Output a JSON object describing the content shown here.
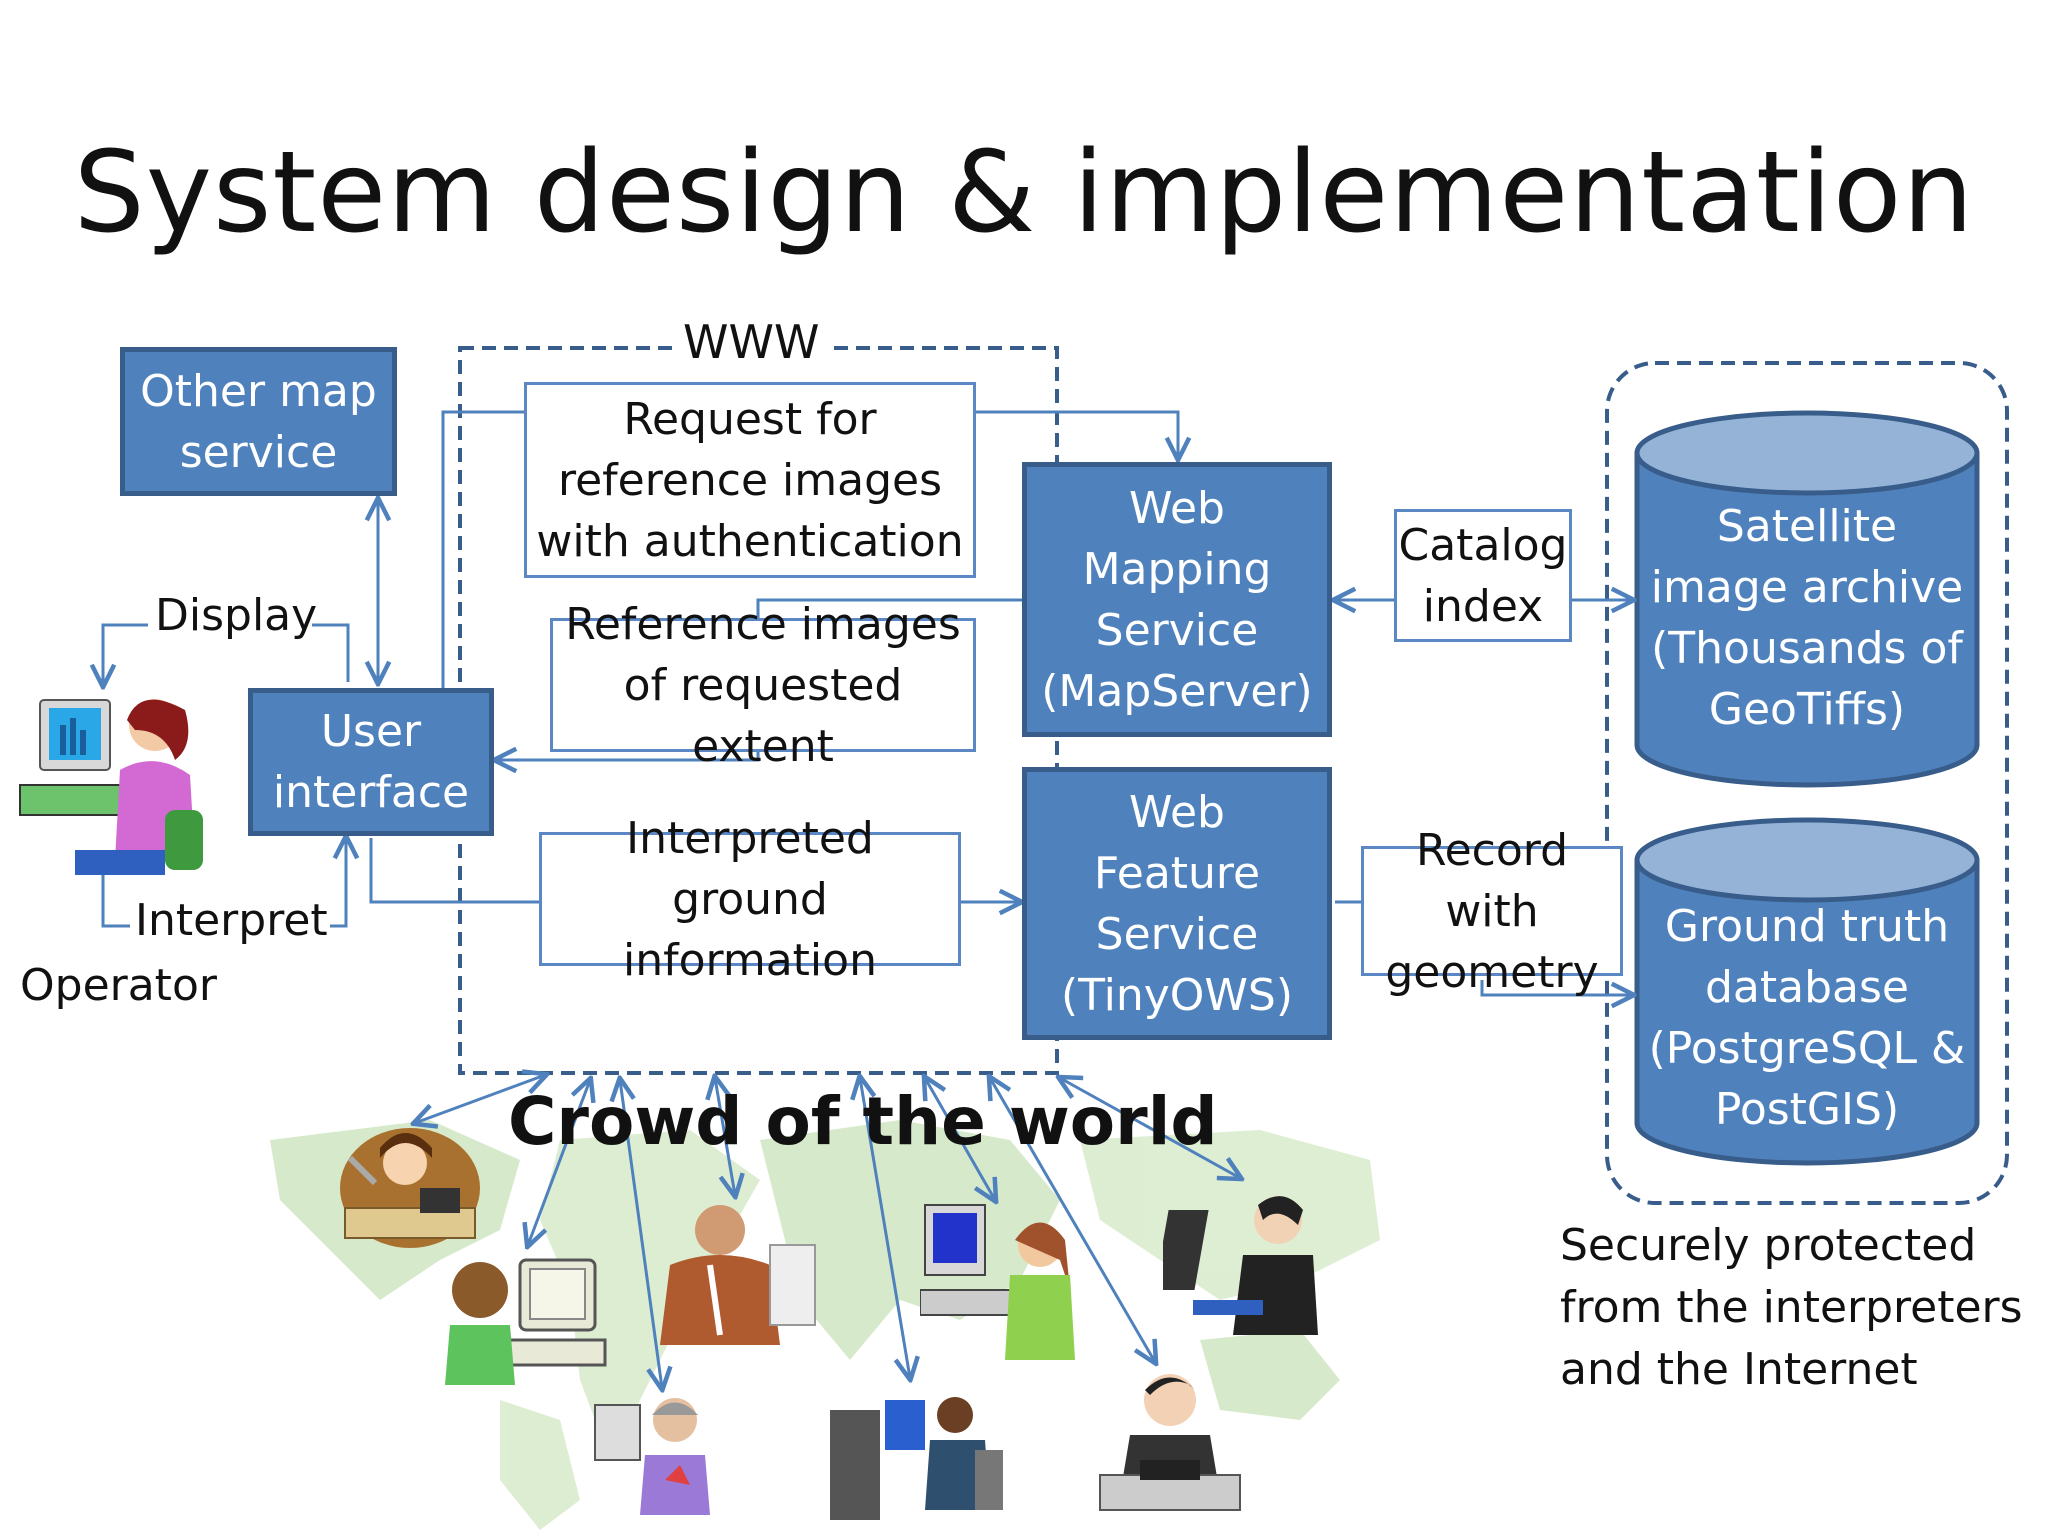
{
  "title": "System design & implementation",
  "nodes": {
    "other_map": "Other map\nservice",
    "user_interface": "User\ninterface",
    "wms": "Web\nMapping\nService\n(MapServer)",
    "wfs": "Web\nFeature\nService\n(TinyOWS)",
    "satellite": "Satellite\nimage archive\n(Thousands of\nGeoTiffs)",
    "ground_truth": "Ground truth\ndatabase\n(PostgreSQL &\nPostGIS)"
  },
  "edge_labels": {
    "www": "WWW",
    "request": "Request for\nreference images\nwith authentication",
    "reference": "Reference images\nof requested extent",
    "interpreted": "Interpreted ground\ninformation",
    "catalog": "Catalog\nindex",
    "record": "Record with\ngeometry",
    "display": "Display",
    "interpret": "Interpret"
  },
  "operator_label": "Operator",
  "crowd_label": "Crowd of the world",
  "secure_note": "Securely protected\nfrom the interpreters\nand the Internet",
  "colors": {
    "node_fill": "#4f81bd",
    "node_border": "#385d8a",
    "arrow": "#4f81bd",
    "dashed": "#385d8a"
  }
}
